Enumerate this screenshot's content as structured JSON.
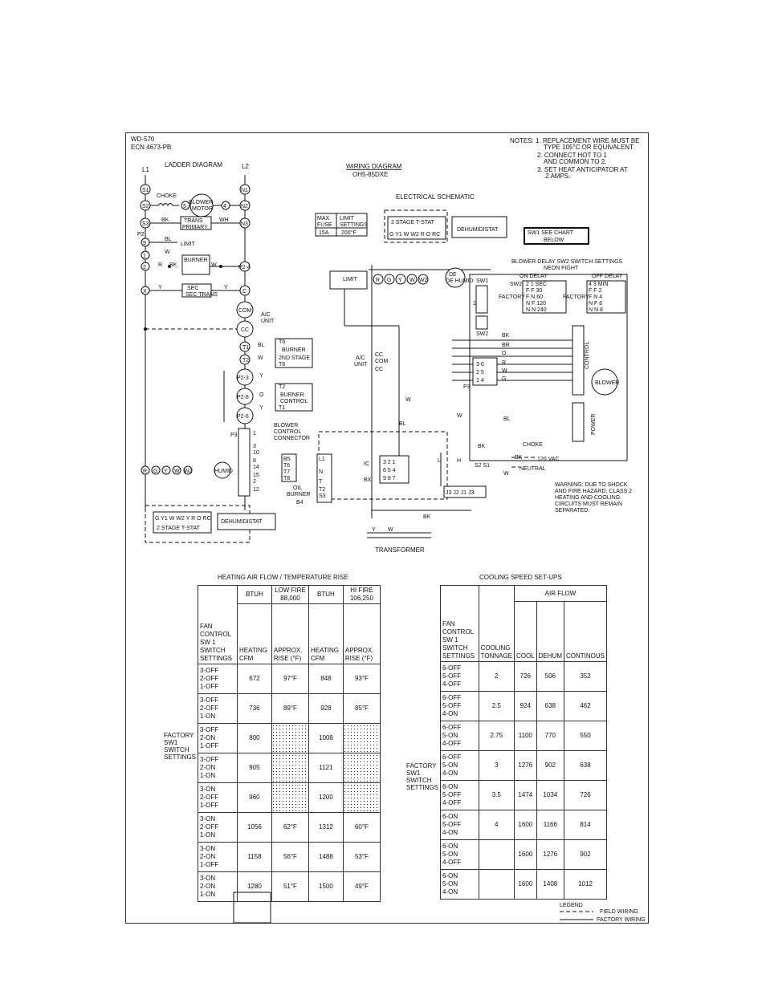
{
  "header": {
    "doc_id": "WD-570",
    "ecn": "ECN 4673-PB",
    "ladder_title": "LADDER DIAGRAM",
    "wiring_title": "WIRING DIAGRAM",
    "model": "OH5-85DXE",
    "schematic_title": "ELECTRICAL SCHEMATIC"
  },
  "notes": [
    "NOTES: 1. REPLACEMENT WIRE MUST BE",
    "TYPE 105°C OR EQUIVALENT.",
    "2. CONNECT HOT TO 1",
    "AND COMMON TO 2.",
    "3. SET HEAT ANTICIPATOR AT",
    ".2 AMPS."
  ],
  "fuse_table": {
    "headers": [
      "MAX FUSE",
      "LIMIT SETTINGS"
    ],
    "values": [
      "15A",
      "200°F"
    ]
  },
  "labels": {
    "L1": "L1",
    "L2": "L2",
    "choke": "CHOKE",
    "blower_motor": "BLOWER MOTOR",
    "trans_primary": "TRANS PRIMARY",
    "limit": "LIMIT",
    "burner": "BURNER",
    "sec_trans": "SEC TRANS",
    "ac_unit": "A/C UNIT",
    "burner_2nd": "BURNER 2ND STAGE",
    "burner_control": "BURNER CONTROL",
    "blower_control_connector": "BLOWER CONTROL CONNECTOR",
    "two_stage_tstat": "2 STAGE T-STAT",
    "dehumidistat": "DEHUMIDISTAT",
    "de_humid": "DE HUMID",
    "sw1_chart": "SW1 SEE CHART BELOW",
    "blower_delay": "BLOWER DELAY SW2 SWITCH SETTINGS",
    "control": "CONTROL",
    "blower": "BLOWER",
    "power": "POWER",
    "transformer": "TRANSFORMER",
    "oil_burner": "OIL BURNER",
    "vac": "120 VAC",
    "neutral": "NEUTRAL",
    "choke2": "CHOKE",
    "warning": "WARNING: DUE TO SHOCK AND FIRE HAZARD, CLASS 2 HEATING AND COOLING CIRCUITS MUST REMAIN SEPARATED."
  },
  "heating": {
    "title": "HEATING AIR FLOW / TEMPERATURE RISE",
    "col_btuh": "BTUH",
    "low_fire": "LOW FIRE 88,000",
    "hi_fire": "HI FIRE 106,250",
    "fan_control": "FAN CONTROL SW 1 SWITCH SETTINGS",
    "heating_cfm": "HEATING CFM",
    "approx_rise": "APPROX. RISE (°F)",
    "factory_label": "FACTORY SW1 SWITCH SETTINGS",
    "rows": [
      {
        "sw": "3-OFF\n2-OFF\n1-OFF",
        "low_cfm": "672",
        "low_rise": "97°F",
        "hi_cfm": "848",
        "hi_rise": "93°F"
      },
      {
        "sw": "3-OFF\n2-OFF\n1-ON",
        "low_cfm": "736",
        "low_rise": "89°F",
        "hi_cfm": "928",
        "hi_rise": "85°F"
      },
      {
        "sw": "3-OFF\n2-ON\n1-OFF",
        "low_cfm": "800",
        "low_rise": "",
        "hi_cfm": "1008",
        "hi_rise": ""
      },
      {
        "sw": "3-OFF\n2-ON\n1-ON",
        "low_cfm": "905",
        "low_rise": "",
        "hi_cfm": "1121",
        "hi_rise": ""
      },
      {
        "sw": "3-ON\n2-OFF\n1-OFF",
        "low_cfm": "960",
        "low_rise": "",
        "hi_cfm": "1200",
        "hi_rise": ""
      },
      {
        "sw": "3-ON\n2-OFF\n1-ON",
        "low_cfm": "1056",
        "low_rise": "62°F",
        "hi_cfm": "1312",
        "hi_rise": "60°F"
      },
      {
        "sw": "3-ON\n2-ON\n1-OFF",
        "low_cfm": "1158",
        "low_rise": "56°F",
        "hi_cfm": "1488",
        "hi_rise": "53°F"
      },
      {
        "sw": "3-ON\n2-ON\n1-ON",
        "low_cfm": "1280",
        "low_rise": "51°F",
        "hi_cfm": "1500",
        "hi_rise": "49°F"
      }
    ]
  },
  "cooling": {
    "title": "COOLING SPEED SET-UPS",
    "air_flow": "AIR FLOW",
    "fan_control": "FAN CONTROL SW 1 SWITCH SETTINGS",
    "tonnage": "COOLING TONNAGE",
    "cool": "COOL",
    "dehum": "DEHUM",
    "cont": "CONTINOUS",
    "factory_label": "FACTORY SW1 SWITCH SETTINGS",
    "rows": [
      {
        "sw": "6-OFF\n5-OFF\n4-OFF",
        "ton": "2",
        "cool": "726",
        "dehum": "506",
        "cont": "352"
      },
      {
        "sw": "6-OFF\n5-OFF\n4-ON",
        "ton": "2.5",
        "cool": "924",
        "dehum": "638",
        "cont": "462"
      },
      {
        "sw": "6-OFF\n5-ON\n4-OFF",
        "ton": "2.75",
        "cool": "1100",
        "dehum": "770",
        "cont": "550"
      },
      {
        "sw": "6-OFF\n5-ON\n4-ON",
        "ton": "3",
        "cool": "1276",
        "dehum": "902",
        "cont": "638"
      },
      {
        "sw": "6-ON\n5-OFF\n4-OFF",
        "ton": "3.5",
        "cool": "1474",
        "dehum": "1034",
        "cont": "726"
      },
      {
        "sw": "6-ON\n5-OFF\n4-ON",
        "ton": "4",
        "cool": "1600",
        "dehum": "1166",
        "cont": "814"
      },
      {
        "sw": "6-ON\n5-ON\n4-OFF",
        "ton": "",
        "cool": "1600",
        "dehum": "1276",
        "cont": "902"
      },
      {
        "sw": "6-ON\n5-ON\n4-ON",
        "ton": "",
        "cool": "1600",
        "dehum": "1408",
        "cont": "1012"
      }
    ]
  },
  "legend": {
    "title": "LEGEND",
    "field": "FIELD WIRING",
    "factory": "FACTORY WIRING"
  }
}
